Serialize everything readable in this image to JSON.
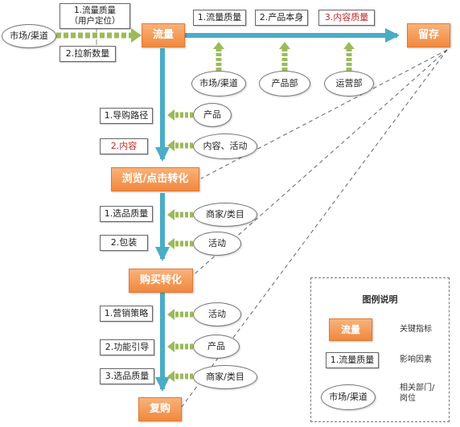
{
  "nodes": {
    "traffic": "流量",
    "retention": "留存",
    "browse": "浏览/点击转化",
    "purchase": "购买转化",
    "repurchase": "复购"
  },
  "traffic_inputs": {
    "market": "市场/渠道",
    "factor1": "1.流量质量\n（用户定位）",
    "factor2": "2.拉新数量"
  },
  "retention_factors": [
    "1.流量质量",
    "2.产品本身",
    "3.内容质量"
  ],
  "retention_depts": [
    "市场/渠道",
    "产品部",
    "运营部"
  ],
  "browse_factors": [
    "1.导购路径",
    "2.内容"
  ],
  "browse_depts": [
    "产品",
    "内容、活动"
  ],
  "purchase_factors": [
    "1.选品质量",
    "2.包装"
  ],
  "purchase_depts": [
    "商家/类目",
    "活动"
  ],
  "repurchase_factors": [
    "1.营销策略",
    "2.功能引导",
    "3.选品质量"
  ],
  "repurchase_depts": [
    "活动",
    "产品",
    "商家/类目"
  ],
  "legend": {
    "title": "图例说明",
    "key_sample": "流量",
    "key_desc": "关键指标",
    "factor_sample": "1.流量质量",
    "factor_desc": "影响因素",
    "dept_sample": "市场/渠道",
    "dept_desc": "相关部门/\n岗位"
  },
  "colors": {
    "flow": "#4bacc6",
    "support": "#9bbb59",
    "key": "#f0883e",
    "highlight": "#c0292a"
  }
}
